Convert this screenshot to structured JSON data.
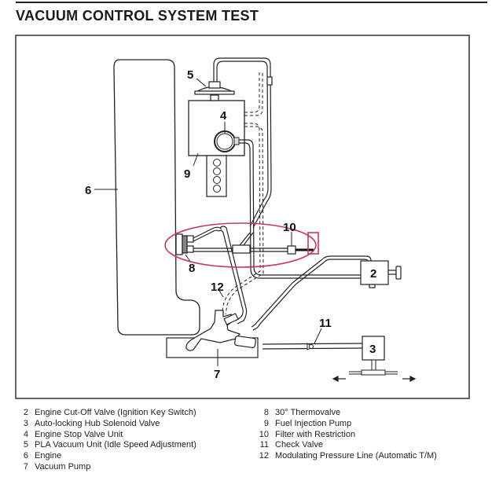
{
  "title": "VACUUM CONTROL SYSTEM TEST",
  "diagram": {
    "callouts": [
      "2",
      "3",
      "4",
      "5",
      "6",
      "7",
      "8",
      "9",
      "10",
      "11",
      "12"
    ],
    "highlight_color": "#c8385a"
  },
  "legend": {
    "left": [
      {
        "num": "2",
        "label": "Engine Cut-Off Valve (Ignition Key Switch)"
      },
      {
        "num": "3",
        "label": "Auto-locking Hub Solenoid Valve"
      },
      {
        "num": "4",
        "label": "Engine Stop Valve Unit"
      },
      {
        "num": "5",
        "label": "PLA Vacuum Unit (Idle Speed Adjustment)"
      },
      {
        "num": "6",
        "label": "Engine"
      },
      {
        "num": "7",
        "label": "Vacuum Pump"
      }
    ],
    "right": [
      {
        "num": "8",
        "label": "30° Thermovalve"
      },
      {
        "num": "9",
        "label": "Fuel Injection Pump"
      },
      {
        "num": "10",
        "label": "Filter with Restriction"
      },
      {
        "num": "11",
        "label": "Check Valve"
      },
      {
        "num": "12",
        "label": "Modulating Pressure Line (Automatic T/M)"
      }
    ]
  }
}
